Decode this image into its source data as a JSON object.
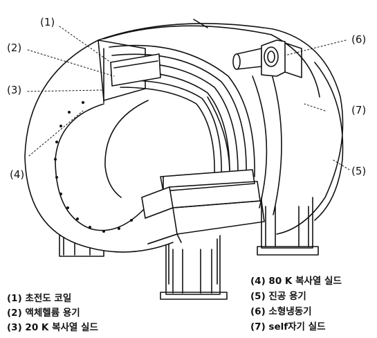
{
  "callouts": [
    "(1)",
    "(2)",
    "(3)",
    "(4)",
    "(5)",
    "(6)",
    "(7)"
  ],
  "legend": [
    "(1) 초전도 코일",
    "(2) 액체헬륨 용기",
    "(3) 20 K 복사열 실드",
    "(4) 80 K 복사열 실드",
    "(5) 진공 용기",
    "(6) 소형냉동기",
    "(7) self자기 실드"
  ]
}
